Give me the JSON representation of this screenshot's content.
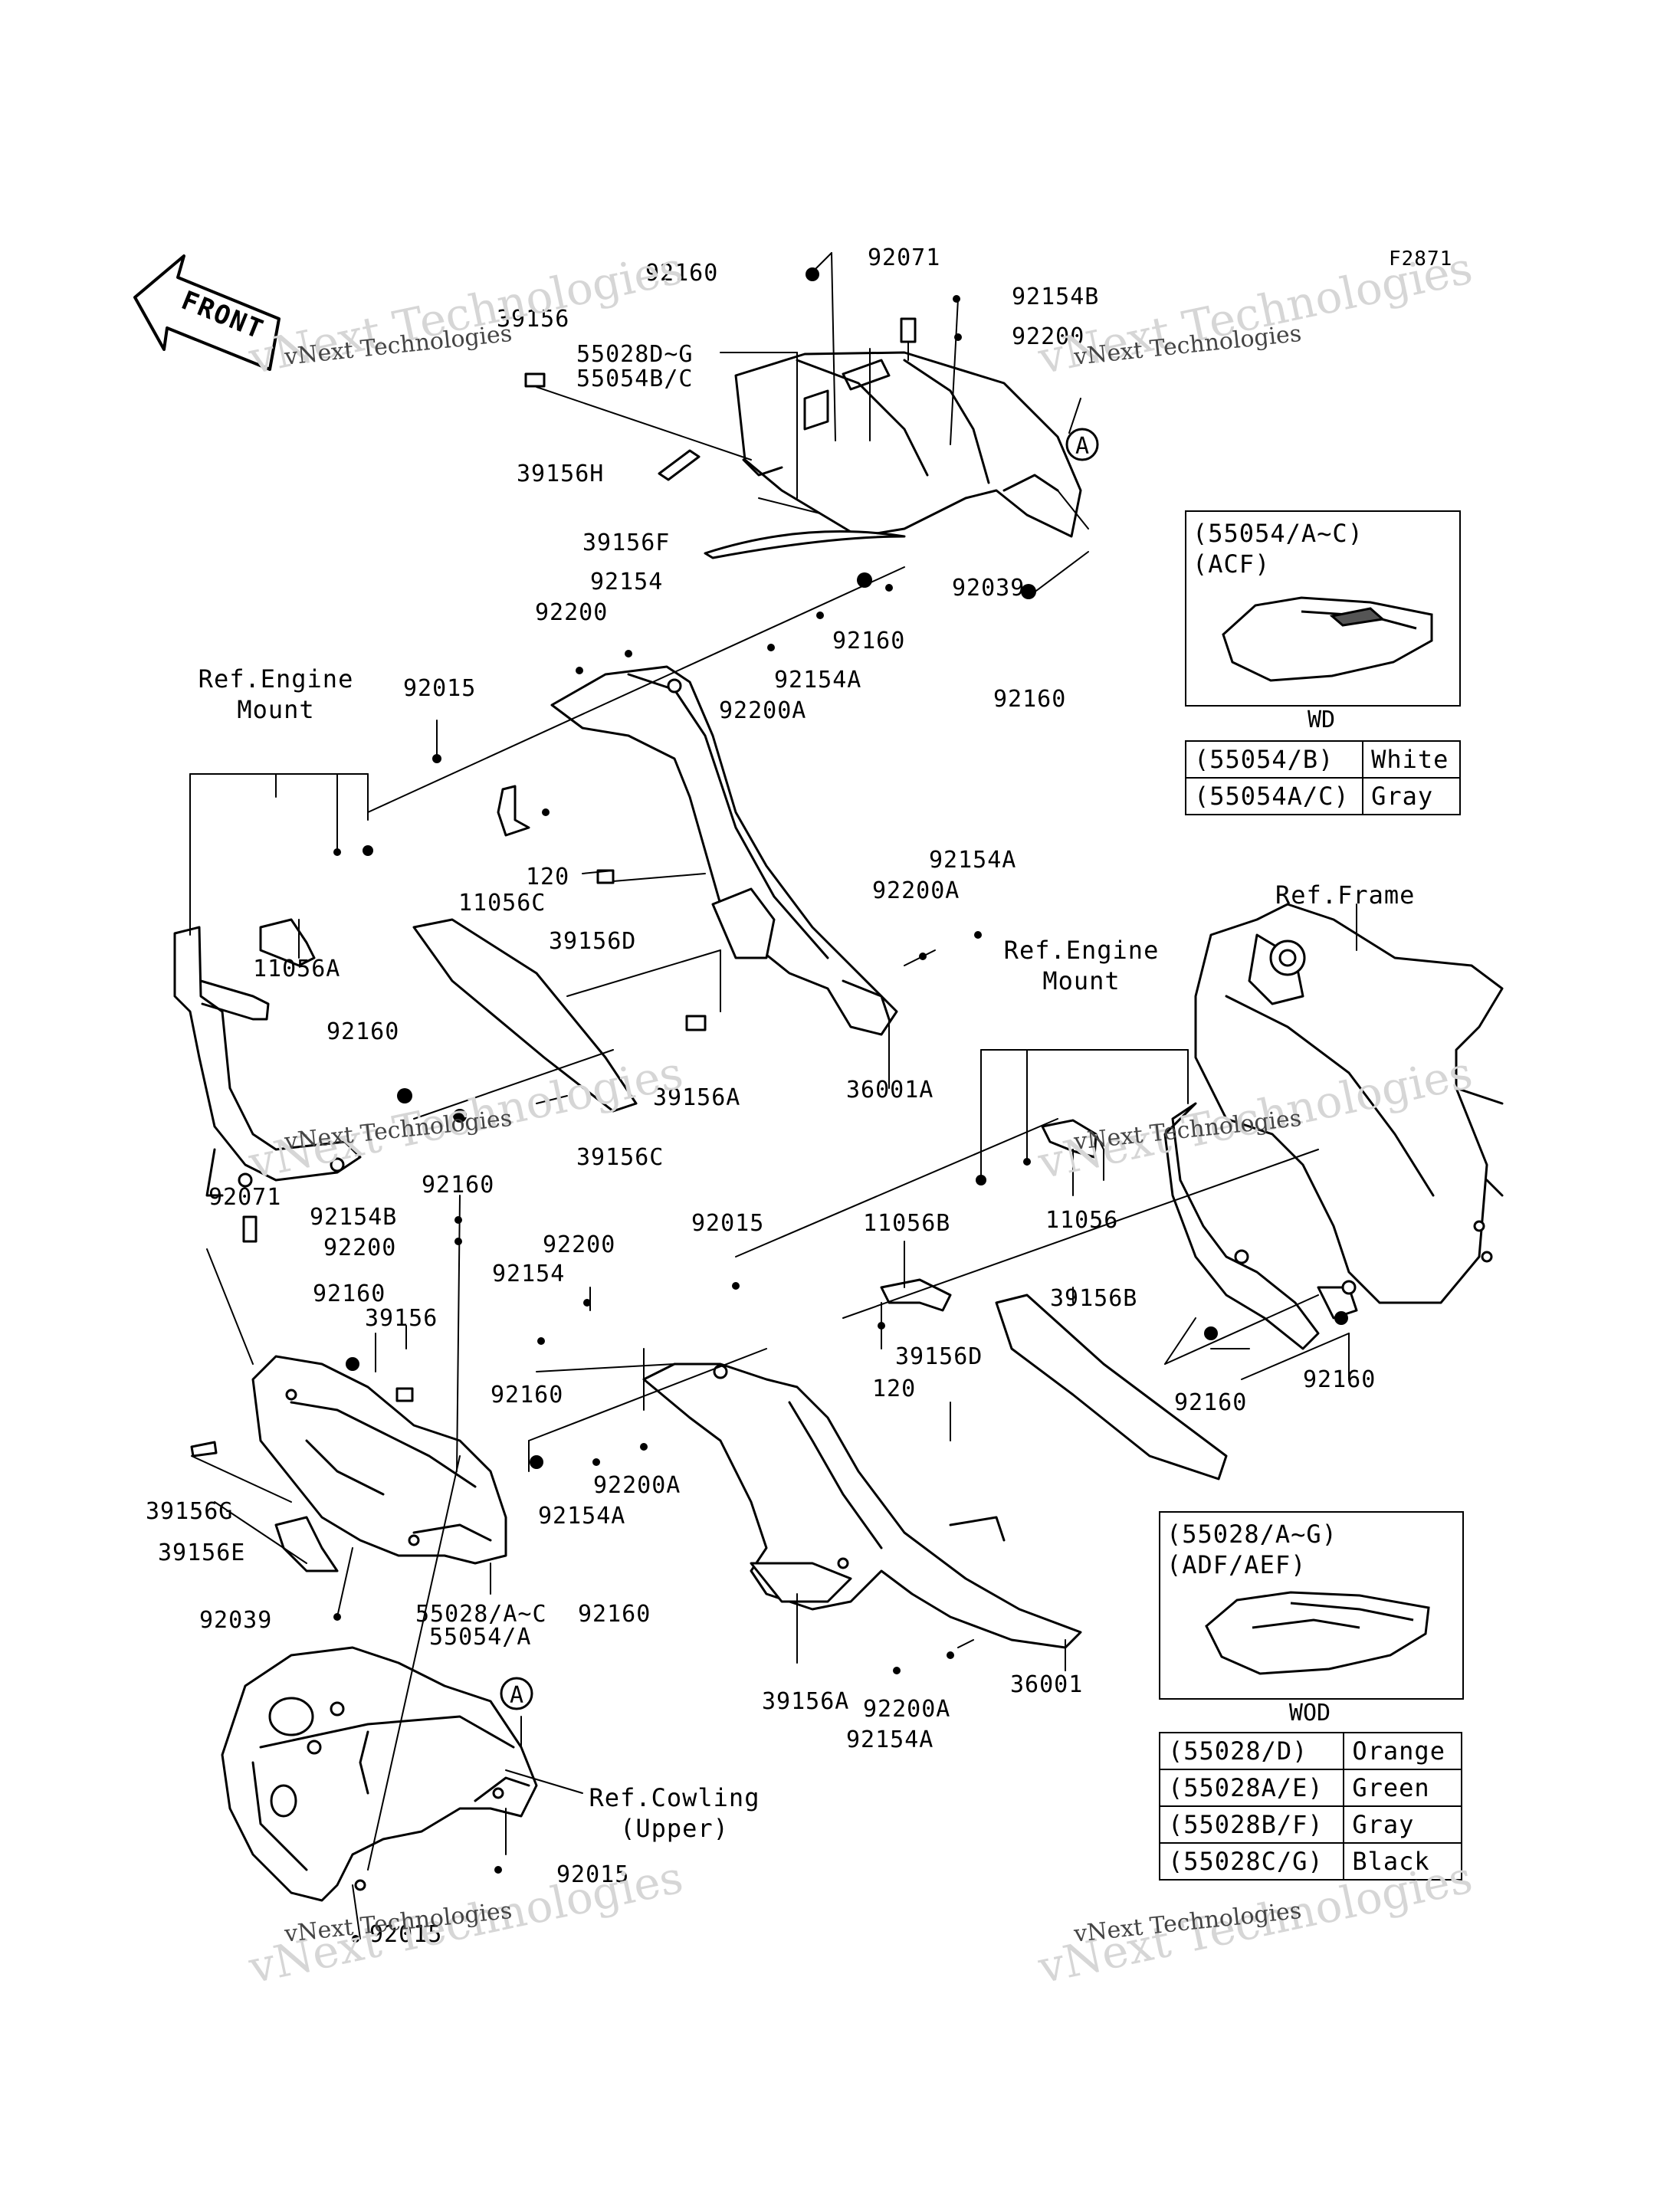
{
  "figure_code": "F2871",
  "front_label": "FRONT",
  "watermark": {
    "line1": "vNext Technologies",
    "line2": "vNext Technologies"
  },
  "callout_a": "A",
  "parts": {
    "p92160_1": "92160",
    "p92071_1": "92071",
    "p92154B_1": "92154B",
    "p92200_1": "92200",
    "p39156_1": "39156",
    "p55028DG": "55028D~G",
    "p55054BC": "55054B/C",
    "p39156H": "39156H",
    "p39156F": "39156F",
    "p92039_1": "92039",
    "p92160_2": "92160",
    "p92154_1": "92154",
    "p92200_2": "92200",
    "p92154A_1": "92154A",
    "p92200A_1": "92200A",
    "p92160_3": "92160",
    "p92015_1": "92015",
    "p120_1": "120",
    "p11056C": "11056C",
    "p39156D_1": "39156D",
    "p11056A": "11056A",
    "p92154A_2": "92154A",
    "p92200A_2": "92200A",
    "p92160_4": "92160",
    "p39156A_1": "39156A",
    "p36001A": "36001A",
    "p39156C": "39156C",
    "p92160_5": "92160",
    "p92071_2": "92071",
    "p92154B_2": "92154B",
    "p92200_3": "92200",
    "p92160_6": "92160",
    "p39156_2": "39156",
    "p92200_4": "92200",
    "p92154_2": "92154",
    "p92015_2": "92015",
    "p11056B": "11056B",
    "p11056": "11056",
    "p39156B": "39156B",
    "p39156D_2": "39156D",
    "p120_2": "120",
    "p92160_7": "92160",
    "p92160_8": "92160",
    "p92160_9": "92160",
    "p39156G": "39156G",
    "p39156E": "39156E",
    "p92200A_3": "92200A",
    "p92154A_3": "92154A",
    "p92160_10": "92160",
    "p92039_2": "92039",
    "p55028AC": "55028/A~C",
    "p55054A": "55054/A",
    "p39156A_2": "39156A",
    "p92200A_4": "92200A",
    "p36001": "36001",
    "p92154A_4": "92154A",
    "p92015_3": "92015",
    "p92015_4": "92015",
    "p92160_11": "92160"
  },
  "refs": {
    "engine_mount_1": [
      "Ref.Engine",
      "Mount"
    ],
    "engine_mount_2": [
      "Ref.Engine",
      "Mount"
    ],
    "frame": "Ref.Frame",
    "cowling_upper": [
      "Ref.Cowling",
      "(Upper)"
    ]
  },
  "inset_acf": {
    "header": [
      "(55054/A~C)",
      "(ACF)"
    ],
    "caption": "WD",
    "rows": [
      [
        "(55054/B)",
        "White"
      ],
      [
        "(55054A/C)",
        "Gray"
      ]
    ]
  },
  "inset_adf": {
    "header": [
      "(55028/A~G)",
      "(ADF/AEF)"
    ],
    "caption": "WOD",
    "rows": [
      [
        "(55028/D)",
        "Orange"
      ],
      [
        "(55028A/E)",
        "Green"
      ],
      [
        "(55028B/F)",
        "Gray"
      ],
      [
        "(55028C/G)",
        "Black"
      ]
    ]
  }
}
